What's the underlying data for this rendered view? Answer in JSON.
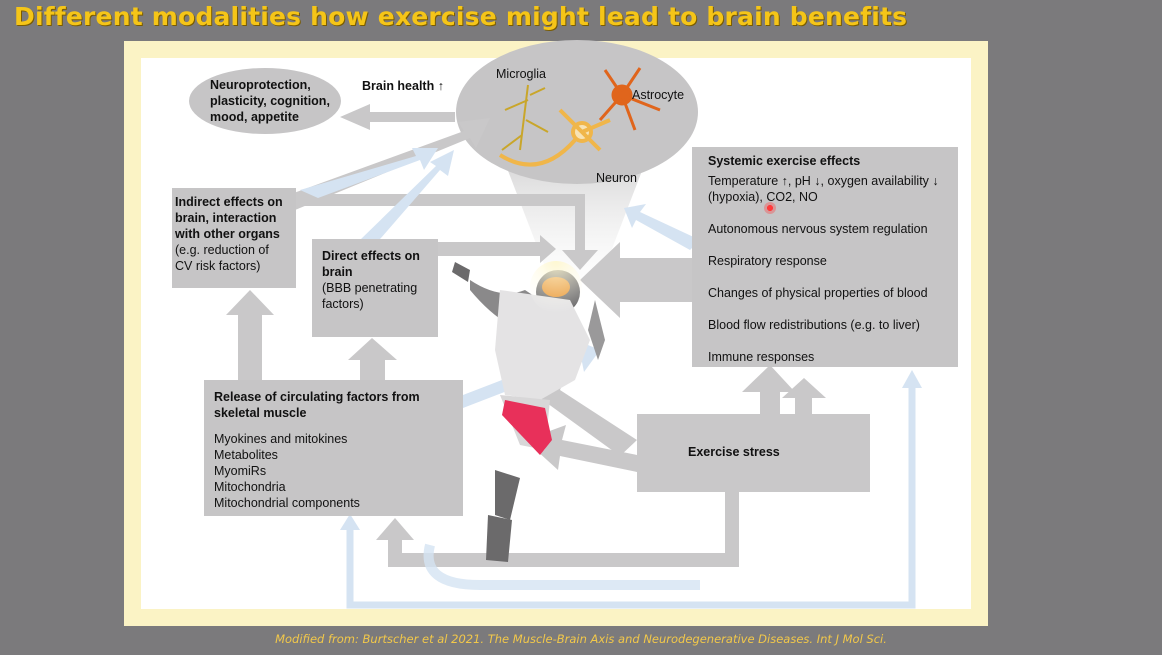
{
  "title": "Different modalities how exercise might lead to brain benefits",
  "diagram": {
    "neuroprotection": "Neuroprotection, plasticity, cognition, mood, appetite",
    "neuroprotection_lines": [
      "Neuroprotection,",
      "plasticity, cognition,",
      "mood, appetite"
    ],
    "brain_health": "Brain health ↑",
    "cells": {
      "microglia": "Microglia",
      "astrocyte": "Astrocyte",
      "neuron": "Neuron"
    },
    "indirect": {
      "heading_lines": [
        "Indirect effects on",
        "brain, interaction",
        "with other organs"
      ],
      "detail_lines": [
        "(e.g. reduction of",
        "CV risk factors)"
      ]
    },
    "direct": {
      "heading_lines": [
        "Direct effects on",
        "brain"
      ],
      "detail_lines": [
        "(BBB penetrating",
        "factors)"
      ]
    },
    "systemic": {
      "heading": "Systemic exercise effects",
      "items": [
        "Temperature ↑, pH ↓, oxygen availability ↓",
        "(hypoxia), CO2, NO",
        "Autonomous nervous system regulation",
        "Respiratory response",
        "Changes of physical properties of blood",
        "Blood flow redistributions (e.g. to liver)",
        "Immune responses"
      ]
    },
    "release": {
      "heading_lines": [
        "Release of circulating factors from",
        "skeletal muscle"
      ],
      "items": [
        "Myokines and mitokines",
        "Metabolites",
        "MyomiRs",
        "Mitochondria",
        "Mitochondrial components"
      ]
    },
    "exercise_stress": "Exercise stress"
  },
  "caption": "Modified from: Burtscher et al 2021. The Muscle-Brain Axis and Neurodegenerative Diseases. Int J Mol Sci.",
  "colors": {
    "title": "#f5c518",
    "box": "#c6c5c6",
    "arrow_grey": "#c9c8c9",
    "arrow_blue": "#d5e3f2",
    "muscle": "#e8305a",
    "background": "#7b7a7c",
    "frame": "#fbf3c5"
  }
}
